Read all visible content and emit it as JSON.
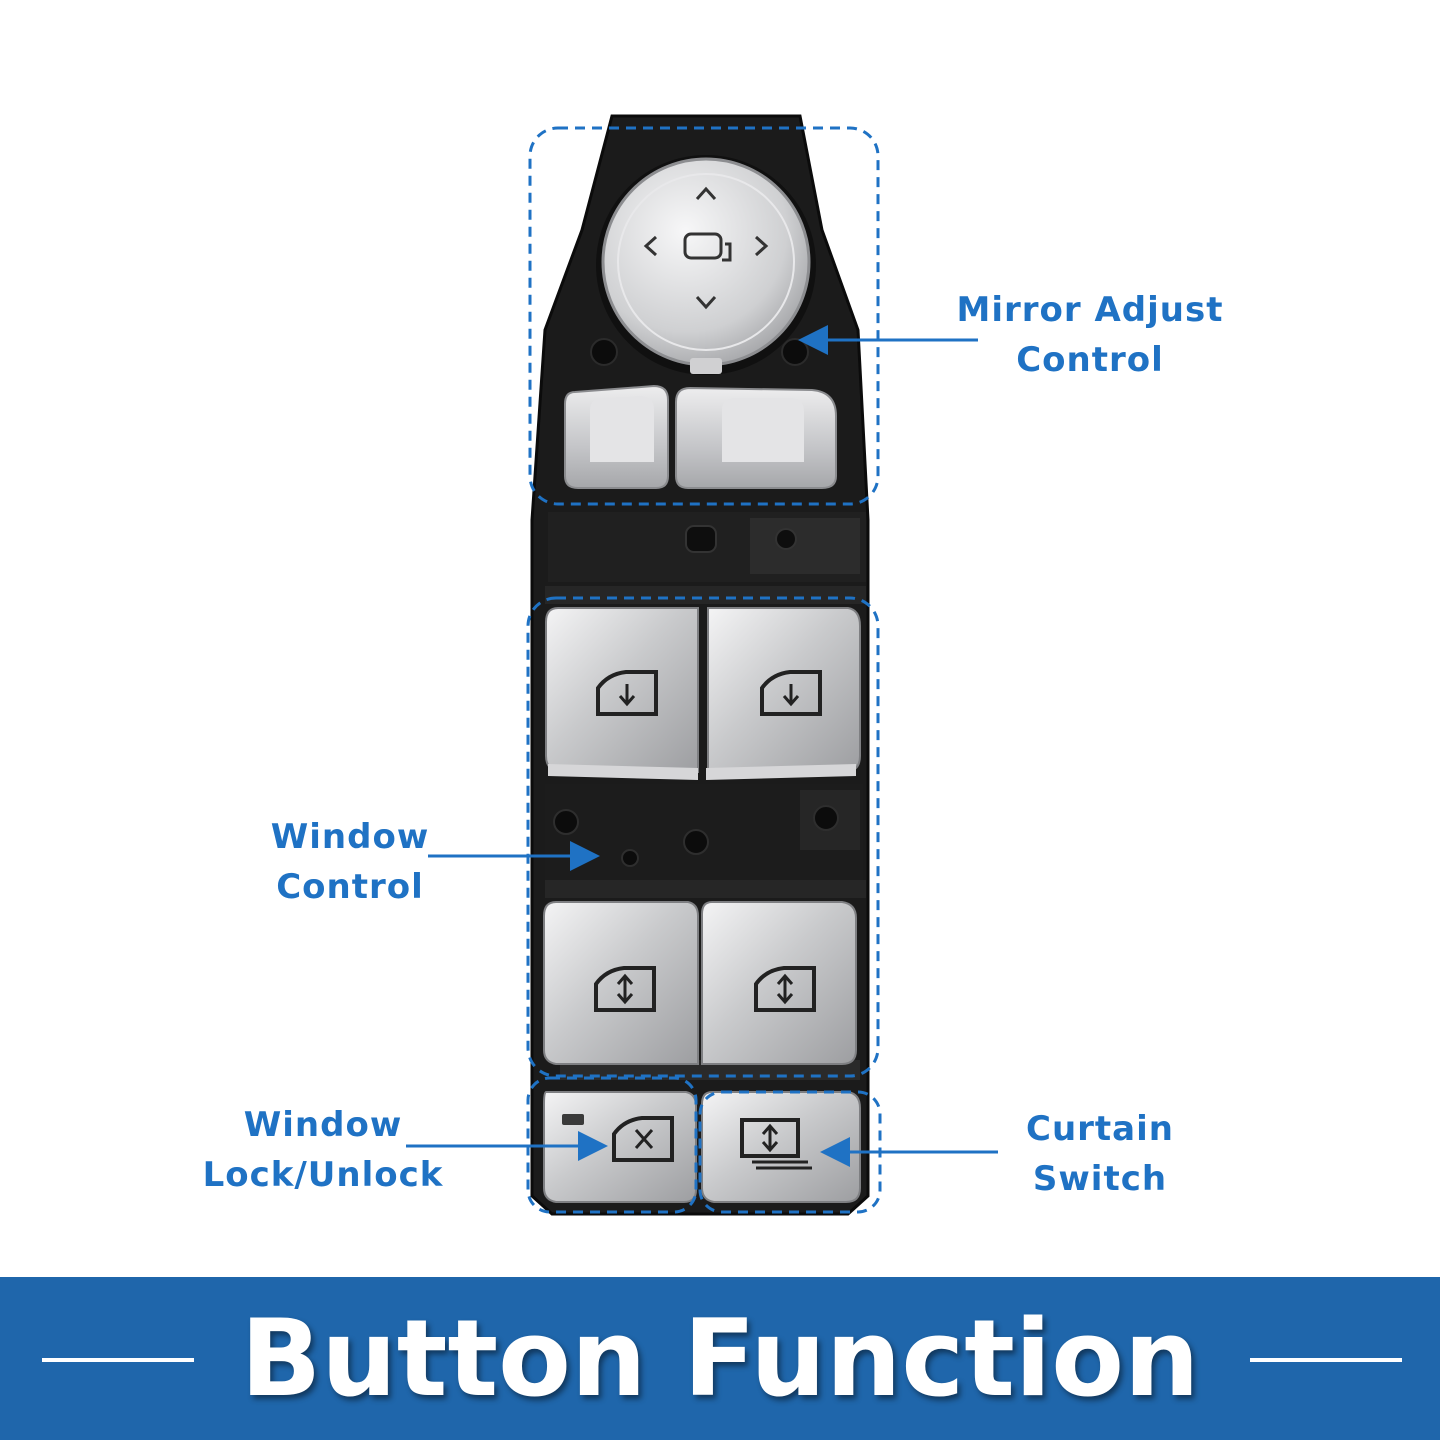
{
  "labels": {
    "mirror": [
      "Mirror Adjust",
      "Control"
    ],
    "window_control": [
      "Window",
      "Control"
    ],
    "window_lock": [
      "Window",
      "Lock/Unlock"
    ],
    "curtain": [
      "Curtain",
      "Switch"
    ]
  },
  "banner": {
    "title": "Button Function"
  },
  "colors": {
    "accent": "#1f72c4",
    "banner": "#1f66ab",
    "panel": "#1b1b1b",
    "chrome": "#c9cacc"
  }
}
